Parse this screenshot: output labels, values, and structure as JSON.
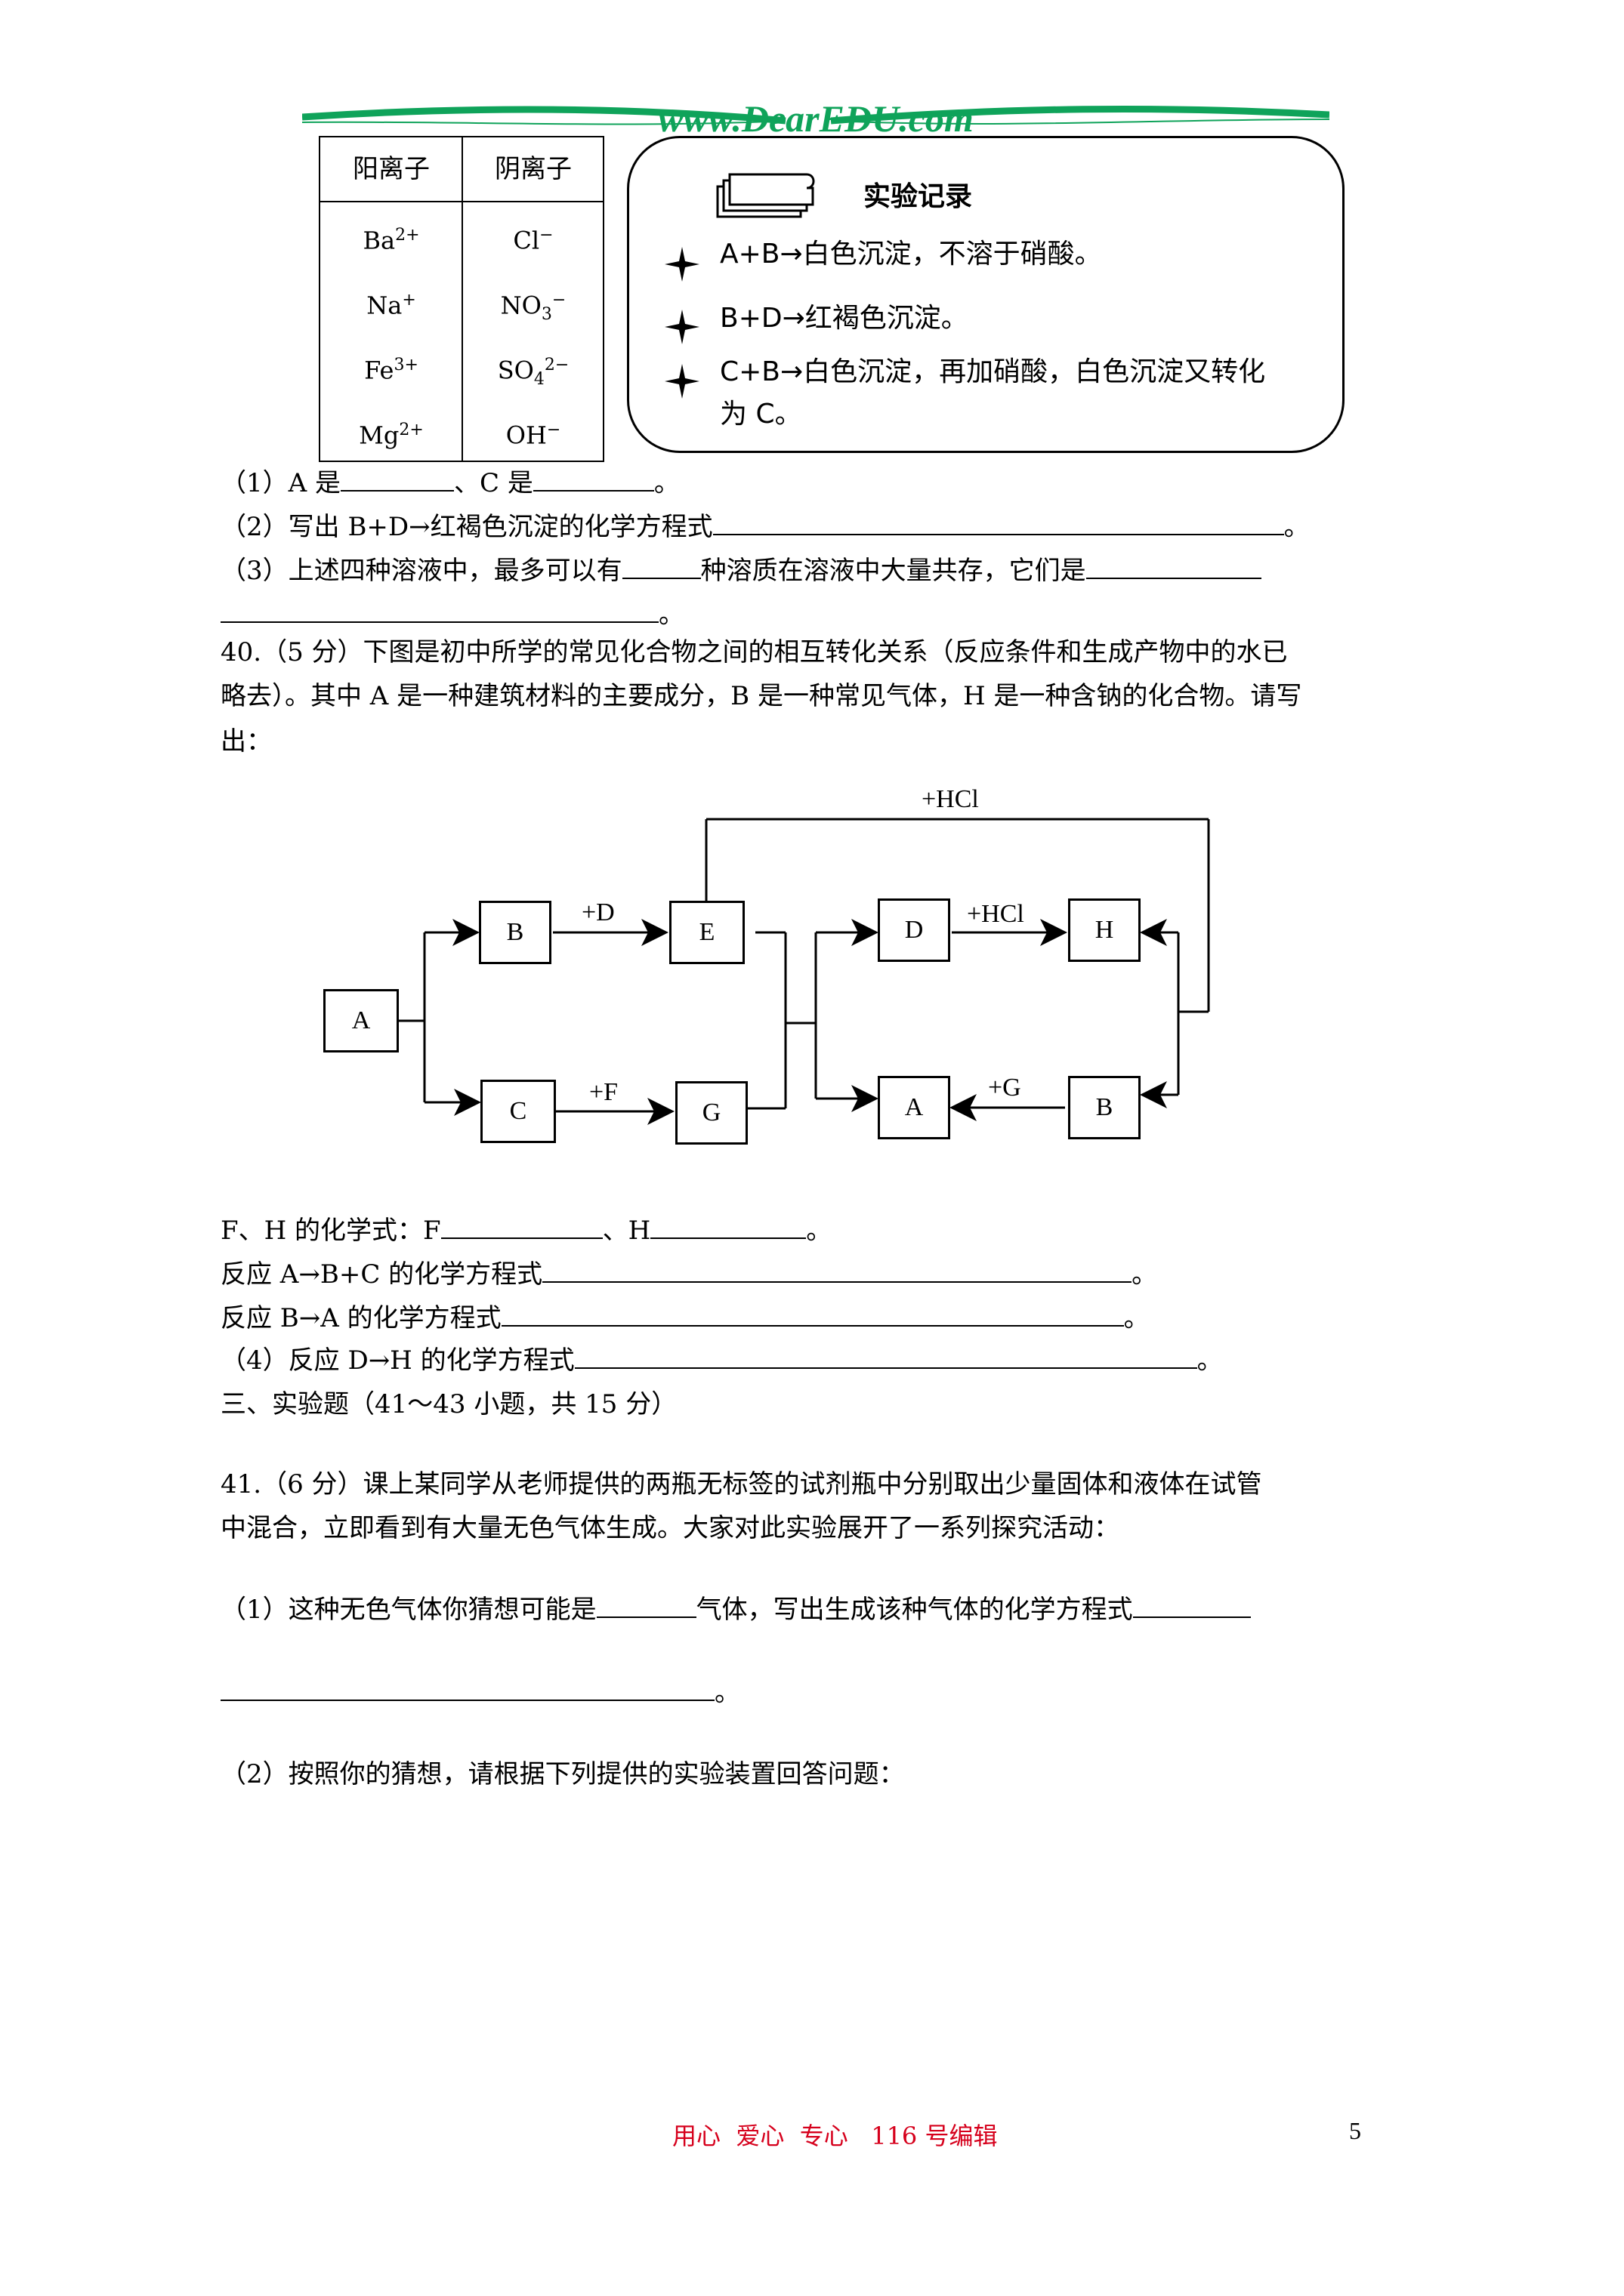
{
  "header": {
    "site": "www.DearEDU.com"
  },
  "ion_table": {
    "headers": [
      "阳离子",
      "阴离子"
    ],
    "rows": [
      {
        "cation": "Ba",
        "cation_charge": "2+",
        "anion": "Cl",
        "anion_sub": "",
        "anion_charge": "−"
      },
      {
        "cation": "Na",
        "cation_charge": "+",
        "anion": "NO",
        "anion_sub": "3",
        "anion_charge": "−"
      },
      {
        "cation": "Fe",
        "cation_charge": "3+",
        "anion": "SO",
        "anion_sub": "4",
        "anion_charge": "2−"
      },
      {
        "cation": "Mg",
        "cation_charge": "2+",
        "anion": "OH",
        "anion_sub": "",
        "anion_charge": "−"
      }
    ]
  },
  "record": {
    "title": "实验记录",
    "items": [
      "A+B→白色沉淀，不溶于硝酸。",
      "B+D→红褐色沉淀。",
      "C+B→白色沉淀，再加硝酸，白色沉淀又转化"
    ],
    "continuation": "为 C。"
  },
  "q39": {
    "p1_a": "（1）A 是",
    "p1_b": "、C 是",
    "p1_end": "。",
    "p2": "（2）写出 B+D→红褐色沉淀的化学方程式",
    "p2_end": "。",
    "p3_a": "（3）上述四种溶液中，最多可以有",
    "p3_b": "种溶质在溶液中大量共存，它们是",
    "p3_end": "。"
  },
  "q40": {
    "line1": "40.（5 分）下图是初中所学的常见化合物之间的相互转化关系（反应条件和生成产物中的水已",
    "line2": "略去）。其中 A 是一种建筑材料的主要成分，B 是一种常见气体，H 是一种含钠的化合物。请写",
    "line3": "出：",
    "diagram": {
      "nodes": {
        "A": "A",
        "B": "B",
        "C": "C",
        "E": "E",
        "G": "G",
        "D": "D",
        "H": "H",
        "A2": "A",
        "B2": "B"
      },
      "labels": {
        "plusD": "+D",
        "plusF": "+F",
        "plusHCl_top": "+HCl",
        "plusHCl_mid": "+HCl",
        "plusG": "+G"
      }
    },
    "a1_a": "F、H 的化学式：F",
    "a1_b": "、H",
    "a1_end": "。",
    "a2": "反应 A→B+C 的化学方程式",
    "a3": "反应 B→A 的化学方程式",
    "a4": "（4）反应 D→H 的化学方程式",
    "end": "。"
  },
  "section3": "三、实验题（41～43 小题，共 15 分）",
  "q41": {
    "line1": "41.（6 分）课上某同学从老师提供的两瓶无标签的试剂瓶中分别取出少量固体和液体在试管",
    "line2": "中混合，立即看到有大量无色气体生成。大家对此实验展开了一系列探究活动：",
    "p1_a": "（1）这种无色气体你猜想可能是",
    "p1_b": "气体，写出生成该种气体的化学方程式",
    "p1_end": "。",
    "p2": "（2）按照你的猜想，请根据下列提供的实验装置回答问题："
  },
  "footer": {
    "text": "用心  爱心  专心   116 号编辑",
    "page": "5"
  },
  "colors": {
    "header_green": "#0fa35a",
    "footer_red": "#d6001c"
  }
}
